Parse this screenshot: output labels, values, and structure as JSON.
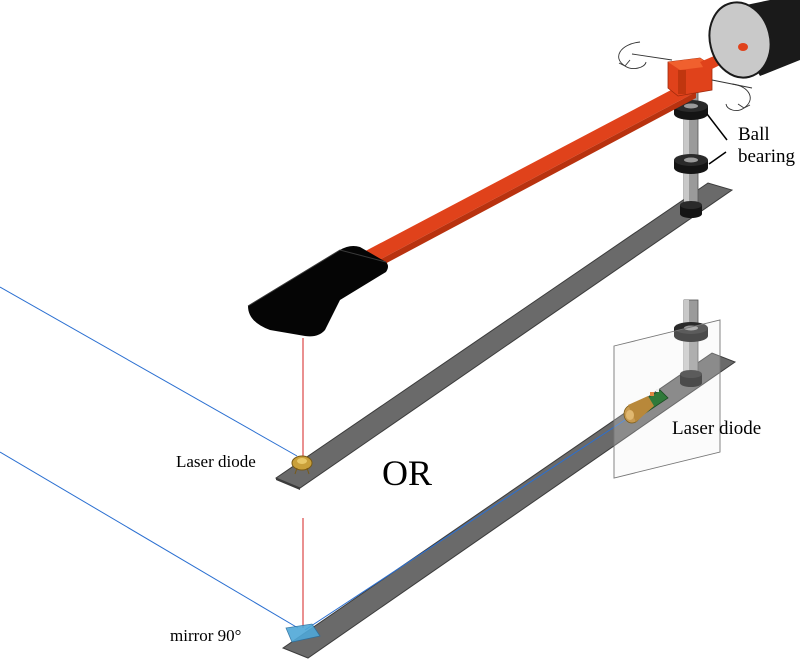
{
  "labels": {
    "ball": "Ball",
    "bearing": "bearing",
    "laser_diode_top": "Laser diode",
    "laser_diode_bottom": "Laser diode",
    "or": "OR",
    "mirror": "mirror 90°"
  },
  "colors": {
    "arm": "#e0421b",
    "arm_dark": "#b8320f",
    "rail": "#6a6a6a",
    "rail_edge": "#3c3c3c",
    "motor": "#1a1a1a",
    "shaft": "#9a9a9a",
    "bearing": "#141414",
    "beam_red": "#d42020",
    "beam_blue": "#2a6fd1",
    "mirror": "#4fa8d8"
  }
}
